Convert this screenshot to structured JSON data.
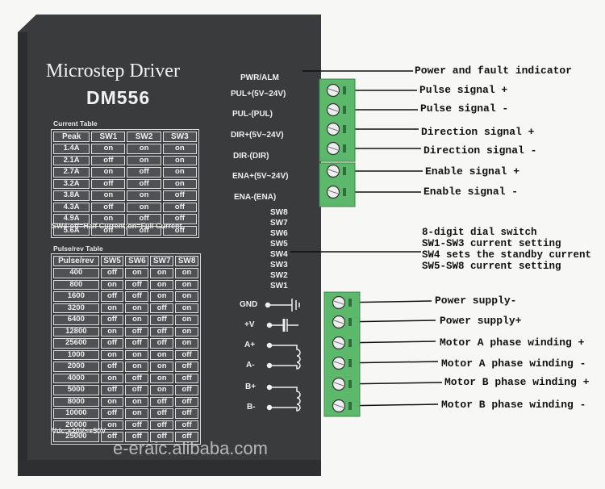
{
  "device": {
    "title": "Microstep Driver",
    "model": "DM556",
    "current_table": {
      "label": "Current Table",
      "headers": [
        "Peak",
        "SW1",
        "SW2",
        "SW3"
      ],
      "rows": [
        [
          "1.4A",
          "on",
          "on",
          "on"
        ],
        [
          "2.1A",
          "off",
          "on",
          "on"
        ],
        [
          "2.7A",
          "on",
          "off",
          "on"
        ],
        [
          "3.2A",
          "off",
          "off",
          "on"
        ],
        [
          "3.8A",
          "on",
          "on",
          "off"
        ],
        [
          "4.3A",
          "off",
          "on",
          "off"
        ],
        [
          "4.9A",
          "on",
          "off",
          "off"
        ],
        [
          "5.6A",
          "off",
          "off",
          "off"
        ]
      ],
      "note": "SW4:off=Half Current;on=Full Current"
    },
    "pulse_table": {
      "label": "Pulse/rev Table",
      "headers": [
        "Pulse/rev",
        "SW5",
        "SW6",
        "SW7",
        "SW8"
      ],
      "rows": [
        [
          "400",
          "off",
          "on",
          "on",
          "on"
        ],
        [
          "800",
          "on",
          "off",
          "on",
          "on"
        ],
        [
          "1600",
          "off",
          "off",
          "on",
          "on"
        ],
        [
          "3200",
          "on",
          "on",
          "off",
          "on"
        ],
        [
          "6400",
          "off",
          "on",
          "off",
          "on"
        ],
        [
          "12800",
          "on",
          "off",
          "off",
          "on"
        ],
        [
          "25600",
          "off",
          "off",
          "off",
          "on"
        ],
        [
          "1000",
          "on",
          "on",
          "on",
          "off"
        ],
        [
          "2000",
          "off",
          "on",
          "on",
          "off"
        ],
        [
          "4000",
          "on",
          "off",
          "on",
          "off"
        ],
        [
          "5000",
          "off",
          "off",
          "on",
          "off"
        ],
        [
          "8000",
          "on",
          "on",
          "off",
          "off"
        ],
        [
          "10000",
          "off",
          "on",
          "off",
          "off"
        ],
        [
          "20000",
          "on",
          "off",
          "off",
          "off"
        ],
        [
          "25000",
          "off",
          "off",
          "off",
          "off"
        ]
      ]
    },
    "voltage": "Vdc:+20V~+50V",
    "pin_labels": [
      "PWR/ALM",
      "PUL+(5V~24V)",
      "PUL-(PUL)",
      "DIR+(5V~24V)",
      "DIR-(DIR)",
      "ENA+(5V~24V)",
      "ENA-(ENA)"
    ],
    "switches": [
      "SW8",
      "SW7",
      "SW6",
      "SW5",
      "SW4",
      "SW3",
      "SW2",
      "SW1"
    ],
    "power_labels": [
      "GND",
      "+V",
      "A+",
      "A-",
      "B+",
      "B-"
    ],
    "watermark": "e-eraic.alibaba.com"
  },
  "annotations": {
    "signals": [
      "Power and fault indicator",
      "Pulse signal +",
      "Pulse signal -",
      "Direction signal +",
      "Direction signal -",
      "Enable signal +",
      "Enable signal -"
    ],
    "dial_switch": [
      "8-digit dial switch",
      "SW1-SW3 current setting",
      "SW4 sets the standby current",
      "SW5-SW8 current setting"
    ],
    "power": [
      "Power supply-",
      "Power supply+",
      "Motor A phase winding +",
      "Motor A phase winding -",
      "Motor B phase winding +",
      "Motor B phase winding -"
    ]
  },
  "colors": {
    "body": "#3a3b3d",
    "connector": "#5cb86a",
    "background": "#f7f7f6"
  }
}
